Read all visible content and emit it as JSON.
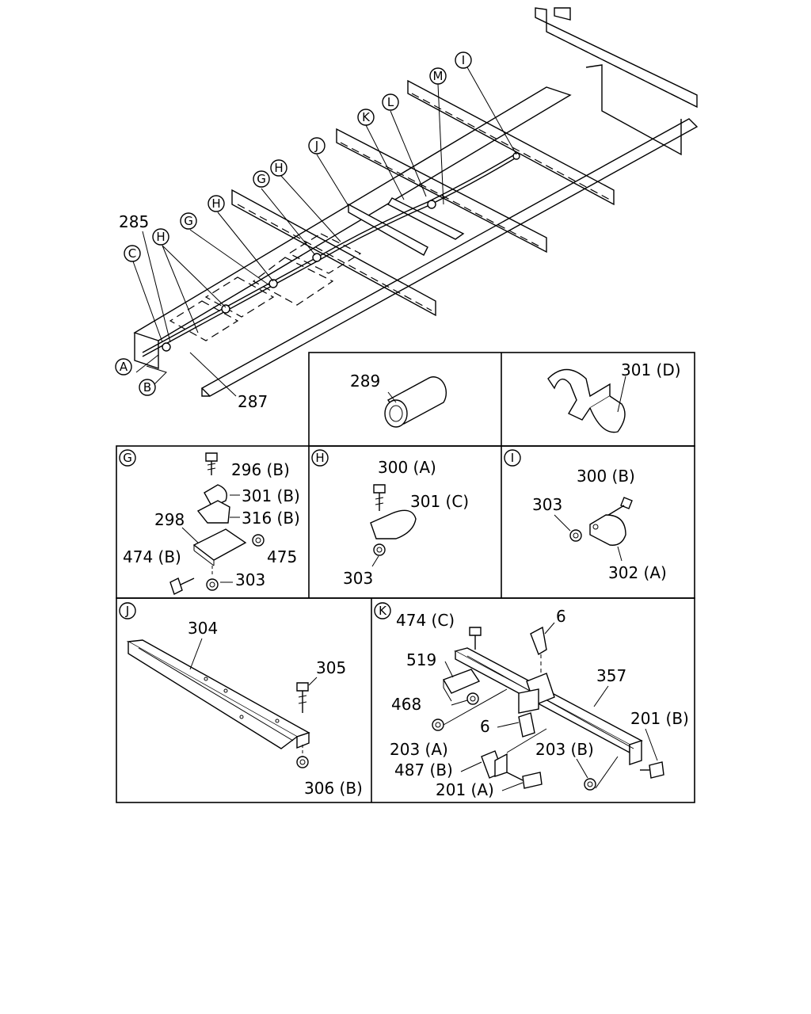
{
  "overview": {
    "callouts": [
      "A",
      "B",
      "C",
      "H",
      "G",
      "H",
      "G",
      "H",
      "J",
      "K",
      "L",
      "M",
      "I"
    ],
    "labels": [
      "285",
      "287"
    ]
  },
  "panels": {
    "p289": {
      "label": "289"
    },
    "p301d": {
      "label": "301 (D)"
    },
    "G": {
      "tag": "G",
      "labels": [
        "296 (B)",
        "301 (B)",
        "298",
        "316 (B)",
        "474 (B)",
        "475",
        "303"
      ]
    },
    "H": {
      "tag": "H",
      "labels": [
        "300 (A)",
        "301 (C)",
        "303"
      ]
    },
    "I": {
      "tag": "I",
      "labels": [
        "300 (B)",
        "303",
        "302 (A)"
      ]
    },
    "J": {
      "tag": "J",
      "labels": [
        "304",
        "305",
        "306 (B)"
      ]
    },
    "K": {
      "tag": "K",
      "labels": [
        "474 (C)",
        "6",
        "519",
        "357",
        "468",
        "201 (B)",
        "203 (A)",
        "6",
        "203 (B)",
        "487 (B)",
        "201 (A)"
      ]
    }
  }
}
